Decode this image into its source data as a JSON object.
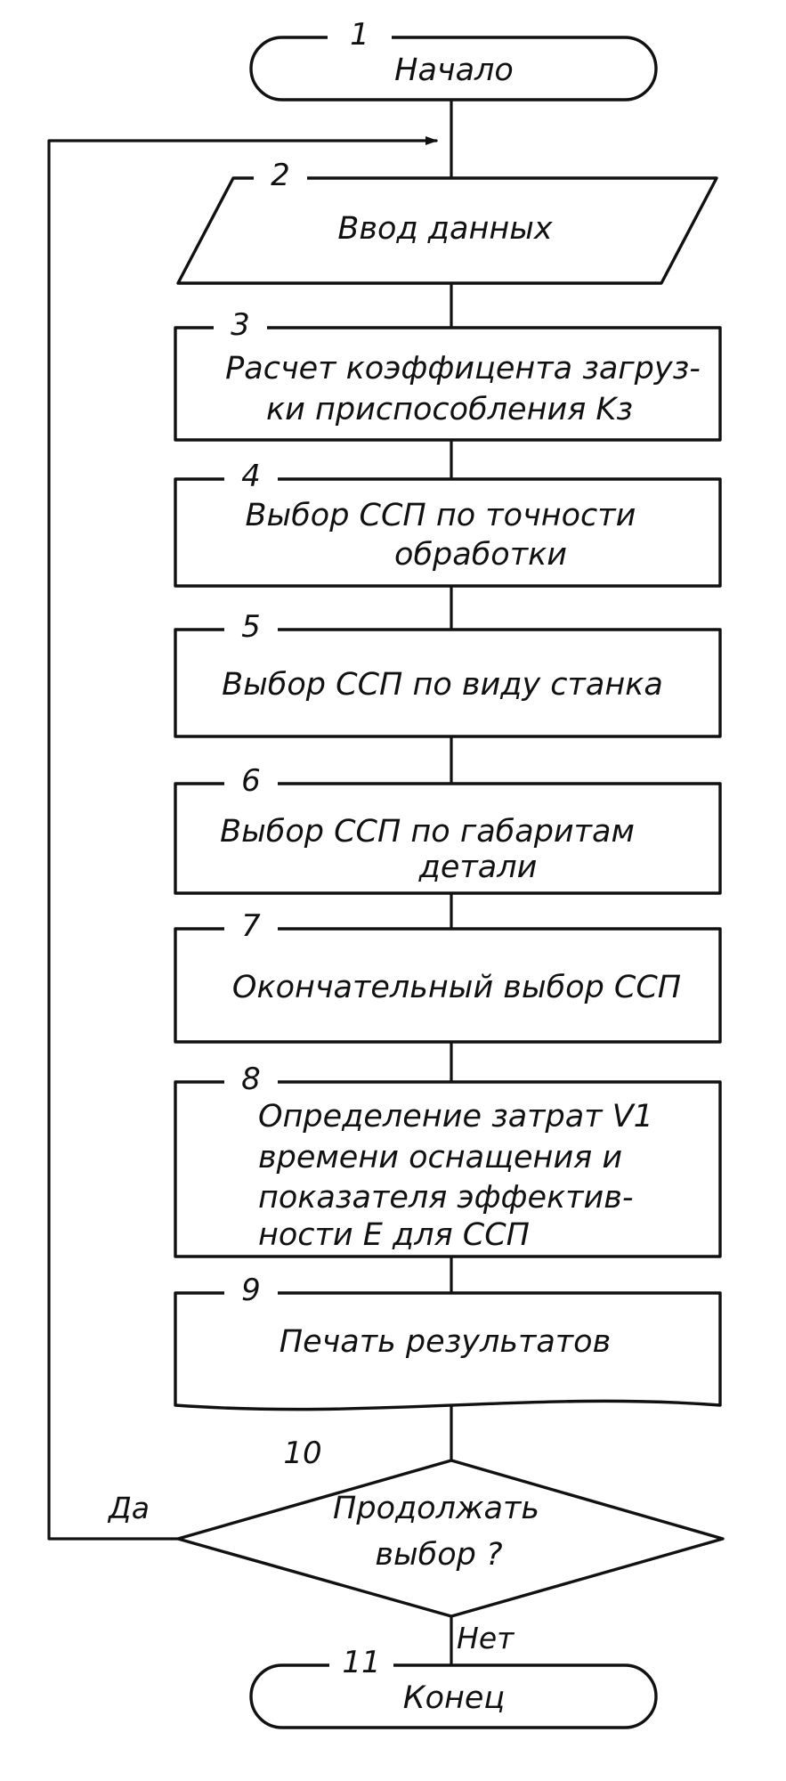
{
  "flowchart": {
    "blocks": [
      {
        "number": "1",
        "lines": [
          "Начало"
        ]
      },
      {
        "number": "2",
        "lines": [
          "Ввод данных"
        ]
      },
      {
        "number": "3",
        "lines": [
          "Расчет коэффицента загруз-",
          "ки приспособления Kз"
        ]
      },
      {
        "number": "4",
        "lines": [
          "Выбор ССП по точности",
          "обработки"
        ]
      },
      {
        "number": "5",
        "lines": [
          "Выбор ССП по виду станка"
        ]
      },
      {
        "number": "6",
        "lines": [
          "Выбор ССП по габаритам",
          "детали"
        ]
      },
      {
        "number": "7",
        "lines": [
          "Окончательный выбор ССП"
        ]
      },
      {
        "number": "8",
        "lines": [
          "Определение затрат V1",
          "времени оснащения и",
          "показателя эффектив-",
          "ности E для ССП"
        ]
      },
      {
        "number": "9",
        "lines": [
          "Печать результатов"
        ]
      },
      {
        "number": "10",
        "lines": [
          "Продолжать",
          "выбор ?"
        ]
      },
      {
        "number": "11",
        "lines": [
          "Конец"
        ]
      }
    ],
    "branch_yes": "Да",
    "branch_no": "Нет"
  }
}
